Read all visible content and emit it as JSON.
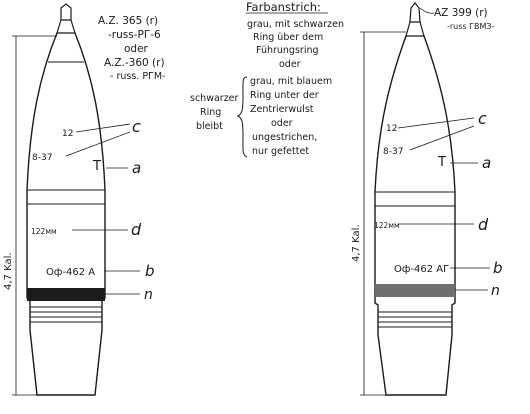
{
  "left_shell": {
    "fuze_line1": "A.Z. 365 (r)",
    "fuze_line2": "-russ-PГ-6",
    "fuze_line3": "oder",
    "fuze_line4": "A.Z.-360 (r)",
    "fuze_line5": "- russ. PГМ-",
    "mark_12": "12",
    "mark_837": "8-37",
    "mark_T": "T",
    "mark_caliber": "122мм",
    "mark_type": "Оф-462 А",
    "length_label": "4,7 Kal.",
    "letter_c": "c",
    "letter_a": "a",
    "letter_d": "d",
    "letter_b": "b",
    "letter_n": "n"
  },
  "right_shell": {
    "fuze_line1": "AZ 399 (r)",
    "fuze_line2": "-russ ГВМЗ-",
    "mark_12": "12",
    "mark_837": "8-37",
    "mark_T": "T",
    "mark_caliber": "122мм",
    "mark_type": "Оф-462 АГ",
    "length_label": "4,7 Kal.",
    "letter_c": "c",
    "letter_a": "a",
    "letter_d": "d",
    "letter_b": "b",
    "letter_n": "n"
  },
  "paint_notes": {
    "heading": "Farbanstrich:",
    "line1": "grau, mit schwarzen",
    "line2": "Ring über dem",
    "line3": "Führungsring",
    "line4": "oder",
    "line5": "grau, mit blauem",
    "line6": "Ring unter der",
    "line7": "Zentrierwulst",
    "line8": "oder",
    "line9": "ungestrichen,",
    "line10": "nur gefettet",
    "side1": "schwarzer",
    "side2": "Ring",
    "side3": "bleibt"
  }
}
